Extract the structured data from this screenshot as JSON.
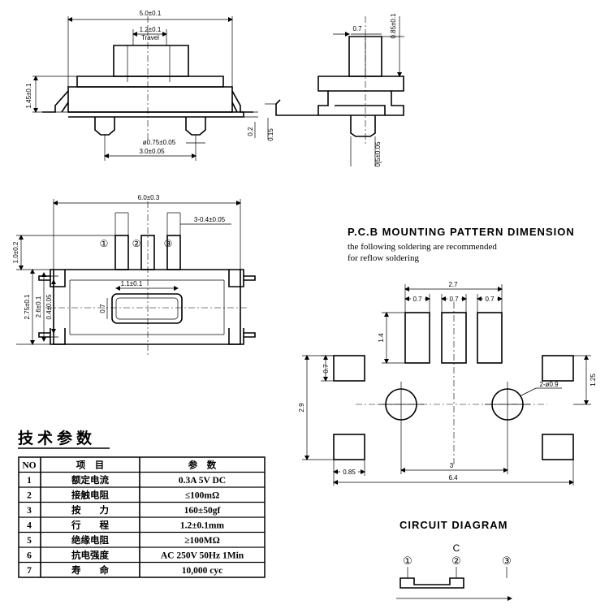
{
  "top_view": {
    "dim_width": "5.0±0.1",
    "dim_travel": "1.2±0.1",
    "travel_label": "Travel",
    "dim_height": "1.45±0.1",
    "dim_hole": "ø0.75±0.05",
    "dim_pitch": "3.0±0.05",
    "dim_lead": "0.2"
  },
  "side_view": {
    "dim_act": "0.7",
    "dim_act_h": "0.85±0.1",
    "dim_lead_t": "0.15",
    "dim_post": "0.5±0.05"
  },
  "bottom_view": {
    "dim_width": "6.0±0.3",
    "dim_pins": "3-0.4±0.05",
    "dim_lead_len": "1.0±0.2",
    "dim_body_h": "2.75±0.1",
    "dim_inner_h": "2.6±0.1",
    "dim_pin_w": "0.4±0.05",
    "dim_slot_w": "1.1±0.1",
    "dim_slot_h": "0.7",
    "pin1": "①",
    "pin2": "②",
    "pin3": "③"
  },
  "pcb": {
    "title": "P.C.B MOUNTING PATTERN DIMENSION",
    "note1": "the following soldering are recommended",
    "note2": "for reflow soldering",
    "dim_pad_span": "2.7",
    "dim_pad_w1": "0.7",
    "dim_pad_w2": "0.7",
    "dim_pad_w3": "0.7",
    "dim_pad_h": "1.4",
    "dim_side_pad": "0.7",
    "dim_right_h": "1.25",
    "dim_hole": "2-ø0.9",
    "dim_total_h": "2.9",
    "dim_corner": "0.85",
    "dim_holes_pitch": "3",
    "dim_total_w": "6.4"
  },
  "circuit": {
    "title": "CIRCUIT DIAGRAM",
    "common": "C",
    "pin1": "①",
    "pin2": "②",
    "pin3": "③"
  },
  "spec": {
    "title": "技术参数",
    "headers": [
      "NO",
      "项　目",
      "参　数"
    ],
    "rows": [
      [
        "1",
        "额定电流",
        "0.3A 5V DC"
      ],
      [
        "2",
        "接触电阻",
        "≤100mΩ"
      ],
      [
        "3",
        "按　　力",
        "160±50gf"
      ],
      [
        "4",
        "行　　程",
        "1.2±0.1mm"
      ],
      [
        "5",
        "绝缘电阻",
        "≥100MΩ"
      ],
      [
        "6",
        "抗电强度",
        "AC 250V 50Hz 1Min"
      ],
      [
        "7",
        "寿　　命",
        "10,000 cyc"
      ]
    ]
  }
}
